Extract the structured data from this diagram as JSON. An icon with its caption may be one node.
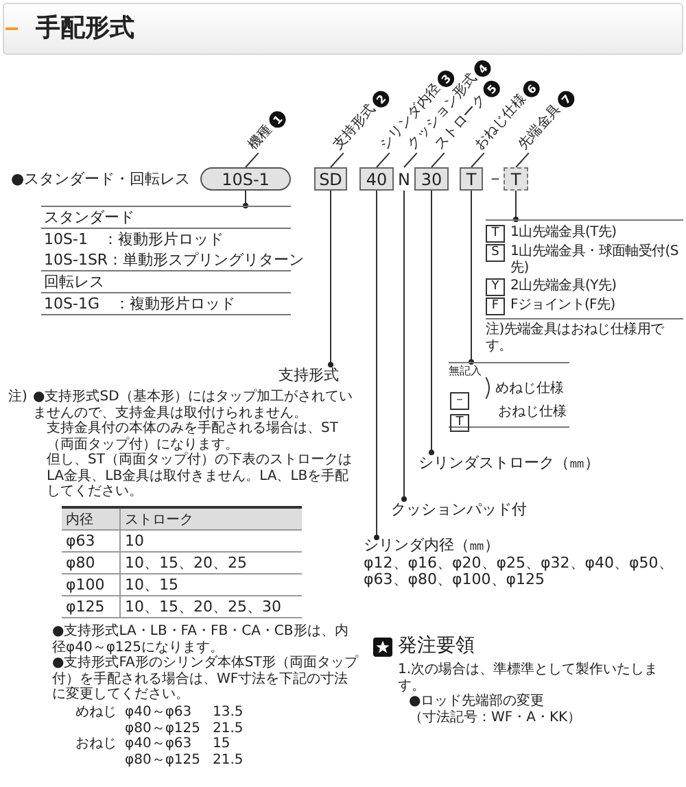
{
  "diagram": {
    "title": "手配形式",
    "nodes": [
      {
        "text": [
          "機種",
          "1"
        ]
      },
      {
        "text": [
          "支持形式",
          "2"
        ]
      },
      {
        "text": [
          "シリンダ内径",
          "3"
        ]
      },
      {
        "text": [
          "クッション形式",
          "4"
        ]
      },
      {
        "text": [
          "ストローク",
          "5"
        ]
      },
      {
        "text": [
          "おねじ仕様",
          "6"
        ]
      },
      {
        "text": [
          "先端金具",
          "7"
        ]
      },
      {
        "text": [
          "10S-1"
        ]
      },
      {
        "text": [
          "SD"
        ]
      },
      {
        "text": [
          "40"
        ]
      },
      {
        "text": [
          "N"
        ]
      },
      {
        "text": [
          "30"
        ]
      },
      {
        "text": [
          "T"
        ]
      },
      {
        "text": [
          "T"
        ]
      },
      {
        "text": [
          "スタンダード",
          "10S-1　：複動形片ロッド",
          "10S-1SR：単動形スプリングリターン",
          "回転レス",
          "10S-1G　：複動形片ロッド"
        ]
      },
      {
        "text": [
          "T",
          "1山先端金具(T先)",
          "S",
          "1山先端金具・球面軸受付(S先)",
          "Y",
          "2山先端金具(Y先)",
          "F",
          "Fジョイント(F先)",
          "注)先端金具はおねじ仕様用です。"
        ]
      },
      {
        "text": [
          "無記入",
          "－",
          "T",
          "めねじ仕様",
          "おねじ仕様"
        ]
      },
      {
        "text": [
          "支持形式"
        ]
      },
      {
        "text": [
          "シリンダストローク（㎜）"
        ]
      },
      {
        "text": [
          "クッションパッド付"
        ]
      },
      {
        "text": [
          "シリンダ内径（㎜）",
          "φ12、φ16、φ20、φ25、φ32、φ40、φ50、φ63、φ80、φ100、φ125"
        ]
      }
    ],
    "edges": [
      {
        "from": 0,
        "to": 7,
        "arrow": "none"
      },
      {
        "from": 1,
        "to": 8,
        "arrow": "none"
      },
      {
        "from": 2,
        "to": 9,
        "arrow": "none"
      },
      {
        "from": 3,
        "to": 10,
        "arrow": "none"
      },
      {
        "from": 4,
        "to": 11,
        "arrow": "none"
      },
      {
        "from": 5,
        "to": 12,
        "arrow": "none"
      },
      {
        "from": 6,
        "to": 13,
        "arrow": "none"
      },
      {
        "from": 7,
        "to": 14,
        "arrow": "other"
      },
      {
        "from": 8,
        "to": 17,
        "arrow": "other"
      },
      {
        "from": 9,
        "to": 20,
        "arrow": "other"
      },
      {
        "from": 10,
        "to": 19,
        "arrow": "other"
      },
      {
        "from": 11,
        "to": 18,
        "arrow": "other"
      },
      {
        "from": 12,
        "to": 16,
        "arrow": "other"
      },
      {
        "from": 13,
        "to": 15,
        "arrow": "other"
      }
    ],
    "labels": [
      "●スタンダード・回転レス",
      "－",
      "注)",
      "●支持形式SD（基本形）にはタップ加工がされていませんので、支持金具は取付けられません。",
      "支持金具付の本体のみを手配される場合は、ST（両面タップ付）になります。",
      "但し、ST（両面タップ付）の下表のストロークはLA金具、LB金具は取付きません。LA、LBを手配してください。",
      "内径",
      "ストローク",
      "φ63",
      "10",
      "φ80",
      "10、15、20、25",
      "φ100",
      "10、15",
      "φ125",
      "10、15、20、25、30",
      "●支持形式LA・LB・FA・FB・CA・CB形は、内径φ40～φ125になります。",
      "●支持形式FA形のシリンダ本体ST形（両面タップ付）を手配される場合は、WF寸法を下記の寸法に変更してください。",
      "めねじ",
      "φ40～φ63",
      "13.5",
      "φ80～φ125",
      "21.5",
      "おねじ",
      "φ40～φ63",
      "15",
      "φ80～φ125",
      "21.5",
      "発注要領",
      "1.次の場合は、準標準として製作いたします。",
      "●ロッド先端部の変更",
      "（寸法記号：WF・A・KK）"
    ]
  }
}
